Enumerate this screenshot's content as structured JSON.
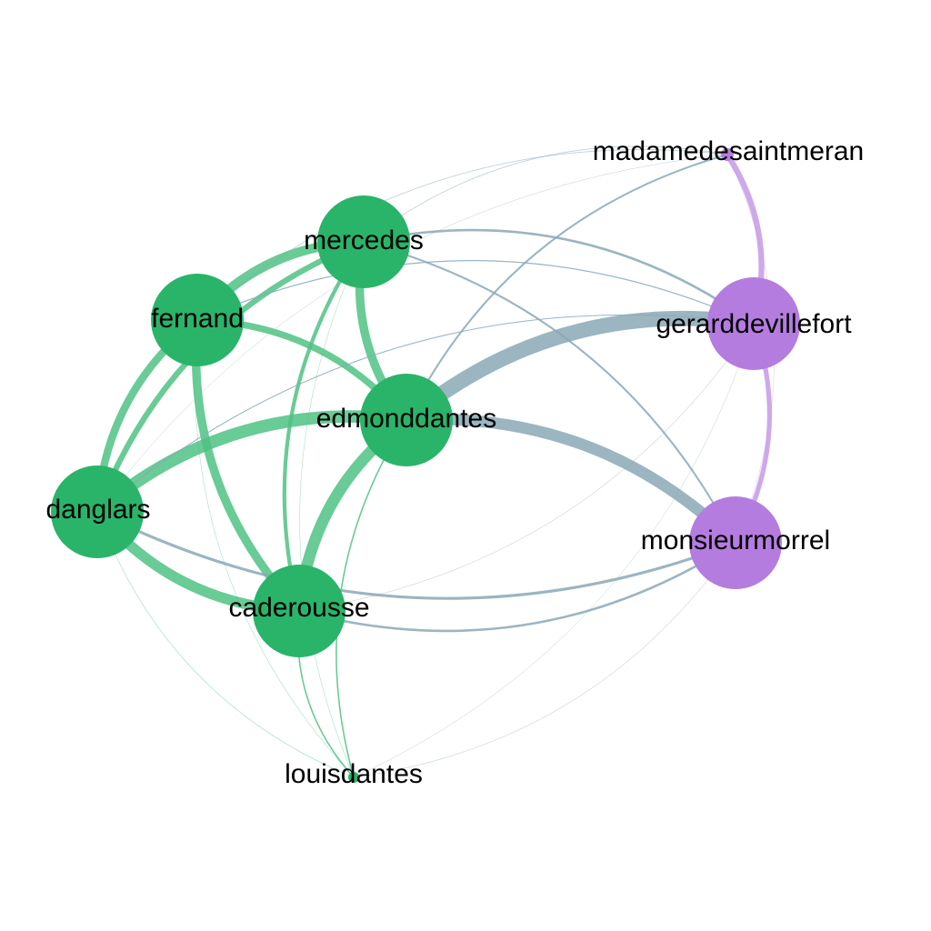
{
  "colors": {
    "group_a": "#2ab46a",
    "group_a_edge": "#4fc282",
    "group_b": "#b57ce0",
    "group_b_edge": "#c69ae6",
    "cross_edge": "#8aa8b6"
  },
  "nodes": [
    {
      "id": "mercedes",
      "label": "mercedes",
      "group": "a",
      "size": 3
    },
    {
      "id": "fernand",
      "label": "fernand",
      "group": "a",
      "size": 3
    },
    {
      "id": "edmonddantes",
      "label": "edmonddantes",
      "group": "a",
      "size": 3
    },
    {
      "id": "danglars",
      "label": "danglars",
      "group": "a",
      "size": 3
    },
    {
      "id": "caderousse",
      "label": "caderousse",
      "group": "a",
      "size": 3
    },
    {
      "id": "louisdantes",
      "label": "louisdantes",
      "group": "a",
      "size": 0.3
    },
    {
      "id": "madamedesaintmeran",
      "label": "madamedesaintmeran",
      "group": "b",
      "size": 0.4
    },
    {
      "id": "gerarddevillefort",
      "label": "gerarddevillefort",
      "group": "b",
      "size": 3
    },
    {
      "id": "monsieurmorrel",
      "label": "monsieurmorrel",
      "group": "b",
      "size": 3
    }
  ],
  "edges": [
    {
      "source": "gerarddevillefort",
      "target": "edmonddantes",
      "weight": 16
    },
    {
      "source": "monsieurmorrel",
      "target": "edmonddantes",
      "weight": 12
    },
    {
      "source": "danglars",
      "target": "edmonddantes",
      "weight": 13
    },
    {
      "source": "caderousse",
      "target": "edmonddantes",
      "weight": 12
    },
    {
      "source": "danglars",
      "target": "caderousse",
      "weight": 11
    },
    {
      "source": "fernand",
      "target": "mercedes",
      "weight": 10
    },
    {
      "source": "mercedes",
      "target": "edmonddantes",
      "weight": 9
    },
    {
      "source": "fernand",
      "target": "caderousse",
      "weight": 9
    },
    {
      "source": "danglars",
      "target": "fernand",
      "weight": 8
    },
    {
      "source": "fernand",
      "target": "edmonddantes",
      "weight": 7
    },
    {
      "source": "danglars",
      "target": "mercedes",
      "weight": 6
    },
    {
      "source": "caderousse",
      "target": "mercedes",
      "weight": 4
    },
    {
      "source": "madamedesaintmeran",
      "target": "gerarddevillefort",
      "weight": 6
    },
    {
      "source": "gerarddevillefort",
      "target": "monsieurmorrel",
      "weight": 5
    },
    {
      "source": "mercedes",
      "target": "gerarddevillefort",
      "weight": 2.5
    },
    {
      "source": "edmonddantes",
      "target": "madamedesaintmeran",
      "weight": 2
    },
    {
      "source": "caderousse",
      "target": "monsieurmorrel",
      "weight": 2.5
    },
    {
      "source": "danglars",
      "target": "monsieurmorrel",
      "weight": 3
    },
    {
      "source": "mercedes",
      "target": "monsieurmorrel",
      "weight": 2
    },
    {
      "source": "danglars",
      "target": "gerarddevillefort",
      "weight": 1
    },
    {
      "source": "fernand",
      "target": "gerarddevillefort",
      "weight": 1.2
    },
    {
      "source": "fernand",
      "target": "madamedesaintmeran",
      "weight": 0.8
    },
    {
      "source": "mercedes",
      "target": "madamedesaintmeran",
      "weight": 0.8
    },
    {
      "source": "louisdantes",
      "target": "edmonddantes",
      "weight": 1.5
    },
    {
      "source": "louisdantes",
      "target": "caderousse",
      "weight": 1.5
    },
    {
      "source": "louisdantes",
      "target": "mercedes",
      "weight": 0.5
    },
    {
      "source": "louisdantes",
      "target": "danglars",
      "weight": 0.6
    },
    {
      "source": "louisdantes",
      "target": "fernand",
      "weight": 0.5
    },
    {
      "source": "louisdantes",
      "target": "monsieurmorrel",
      "weight": 0.5
    },
    {
      "source": "louisdantes",
      "target": "gerarddevillefort",
      "weight": 0.3
    },
    {
      "source": "madamedesaintmeran",
      "target": "monsieurmorrel",
      "weight": 0.5
    },
    {
      "source": "caderousse",
      "target": "gerarddevillefort",
      "weight": 0.5
    },
    {
      "source": "danglars",
      "target": "madamedesaintmeran",
      "weight": 0.4
    }
  ]
}
